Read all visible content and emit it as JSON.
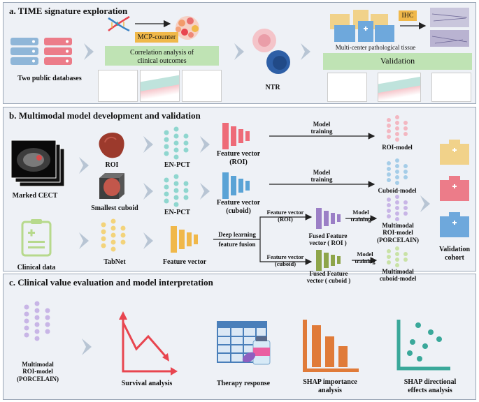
{
  "panel_a": {
    "title": "a. TIME signature exploration",
    "databases_label": "Two public databases",
    "mcp_label": "MCP-counter",
    "correlation_label": "Correlation analysis of\nclinical outcomes",
    "ntr_label": "NTR",
    "multicenter_label": "Multi-center pathological tissue",
    "ihc_label": "IHC",
    "validation_label": "Validation"
  },
  "panel_b": {
    "title": "b. Multimodal model development and validation",
    "marked_cect": "Marked CECT",
    "roi": "ROI",
    "smallest_cuboid": "Smallest cuboid",
    "en_pct_1": "EN-PCT",
    "en_pct_2": "EN-PCT",
    "fv_roi": "Feature vector\n(ROI)",
    "fv_cuboid": "Feature vector\n(cuboid)",
    "model_training_1": "Model\ntraining",
    "model_training_2": "Model\ntraining",
    "model_training_3": "Model\ntraining",
    "model_training_4": "Model\ntraining",
    "roi_model": "ROI-model",
    "cuboid_model": "Cuboid-model",
    "clinical_data": "Clinical data",
    "tabnet": "TabNet",
    "feature_vector": "Feature vector",
    "deep_learning": "Deep learning\nfeature fusion",
    "fv_roi_small": "Feature vector\n(ROI)",
    "fv_cuboid_small": "Feature vector\n(cuboid)",
    "fused_roi": "Fused Feature\nvector ( ROI )",
    "fused_cuboid": "Fused Feature\nvector ( cuboid )",
    "multimodal_roi": "Multimodal\nROI-model\n(PORCELAIN)",
    "multimodal_cuboid": "Multimodal\ncuboid-model",
    "validation_cohort": "Validation\ncohort"
  },
  "panel_c": {
    "title": "c. Clinical value evaluation and model interpretation",
    "multimodal_roi": "Multimodal\nROI-model\n(PORCELAIN)",
    "survival": "Survival analysis",
    "therapy": "Therapy response",
    "shap_importance": "SHAP importance\nanalysis",
    "shap_directional": "SHAP directional\neffects analysis"
  },
  "colors": {
    "panel_bg": "#eef1f6",
    "arrow": "#b8c5d4",
    "green_bar": "#bfe3b4",
    "orange_label": "#f0b84a",
    "red": "#e8454f",
    "blue_icon": "#3b82c4",
    "purple": "#9b7fc6",
    "teal": "#3aa89a",
    "orange": "#e07b39"
  }
}
